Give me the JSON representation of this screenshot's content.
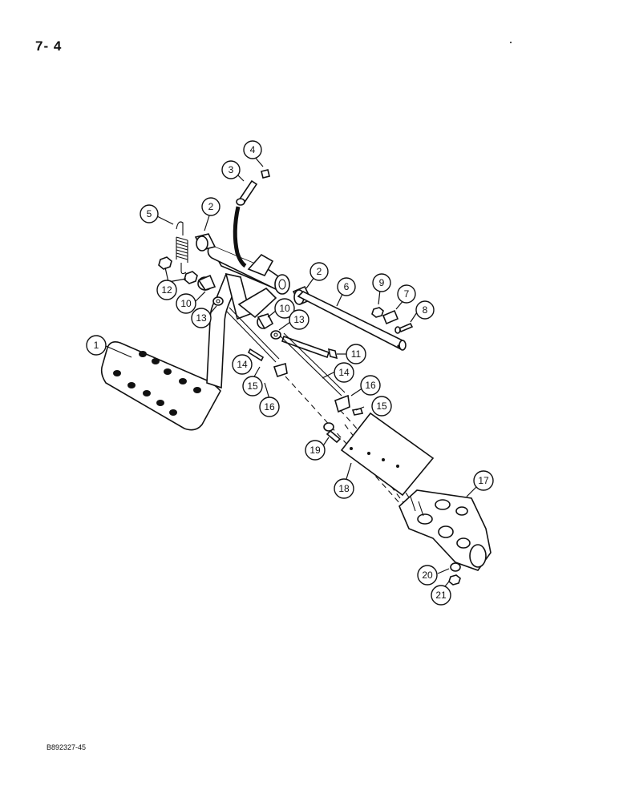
{
  "page": {
    "number": "7- 4",
    "figure_code": "B892327-45"
  },
  "callouts": [
    {
      "id": "c1",
      "label": "1"
    },
    {
      "id": "c2a",
      "label": "2"
    },
    {
      "id": "c2b",
      "label": "2"
    },
    {
      "id": "c3",
      "label": "3"
    },
    {
      "id": "c4",
      "label": "4"
    },
    {
      "id": "c5",
      "label": "5"
    },
    {
      "id": "c6",
      "label": "6"
    },
    {
      "id": "c7",
      "label": "7"
    },
    {
      "id": "c8",
      "label": "8"
    },
    {
      "id": "c9",
      "label": "9"
    },
    {
      "id": "c10a",
      "label": "10"
    },
    {
      "id": "c10b",
      "label": "10"
    },
    {
      "id": "c11",
      "label": "11"
    },
    {
      "id": "c12",
      "label": "12"
    },
    {
      "id": "c13a",
      "label": "13"
    },
    {
      "id": "c13b",
      "label": "13"
    },
    {
      "id": "c14a",
      "label": "14"
    },
    {
      "id": "c14b",
      "label": "14"
    },
    {
      "id": "c15a",
      "label": "15"
    },
    {
      "id": "c15b",
      "label": "15"
    },
    {
      "id": "c16a",
      "label": "16"
    },
    {
      "id": "c16b",
      "label": "16"
    },
    {
      "id": "c17",
      "label": "17"
    },
    {
      "id": "c18",
      "label": "18"
    },
    {
      "id": "c19",
      "label": "19"
    },
    {
      "id": "c20",
      "label": "20"
    },
    {
      "id": "c21",
      "label": "21"
    }
  ]
}
